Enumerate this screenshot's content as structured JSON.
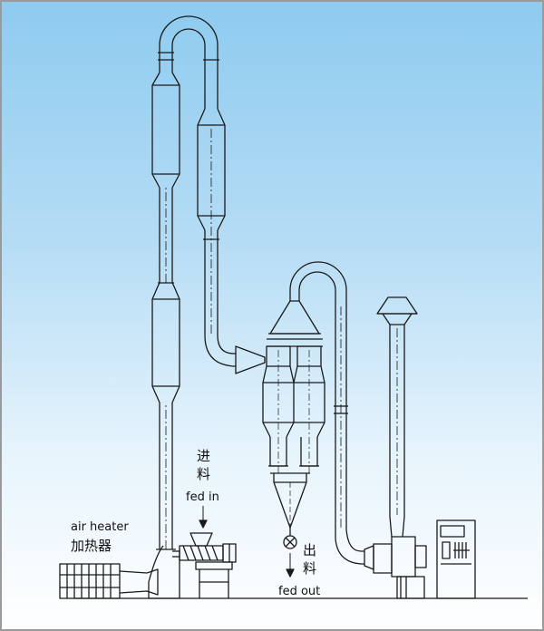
{
  "labels": {
    "air_heater_en": "air heater",
    "air_heater_cn": "加热器",
    "feed_in_cn_1": "进",
    "feed_in_cn_2": "料",
    "feed_in_en": "fed in",
    "feed_out_cn_1": "出",
    "feed_out_cn_2": "料",
    "feed_out_en": "fed out"
  },
  "colors": {
    "background_top": "#8ecbef",
    "background_bottom": "#ffffff",
    "line": "#1a1a1a",
    "frame_border": "#9a9a9a"
  }
}
